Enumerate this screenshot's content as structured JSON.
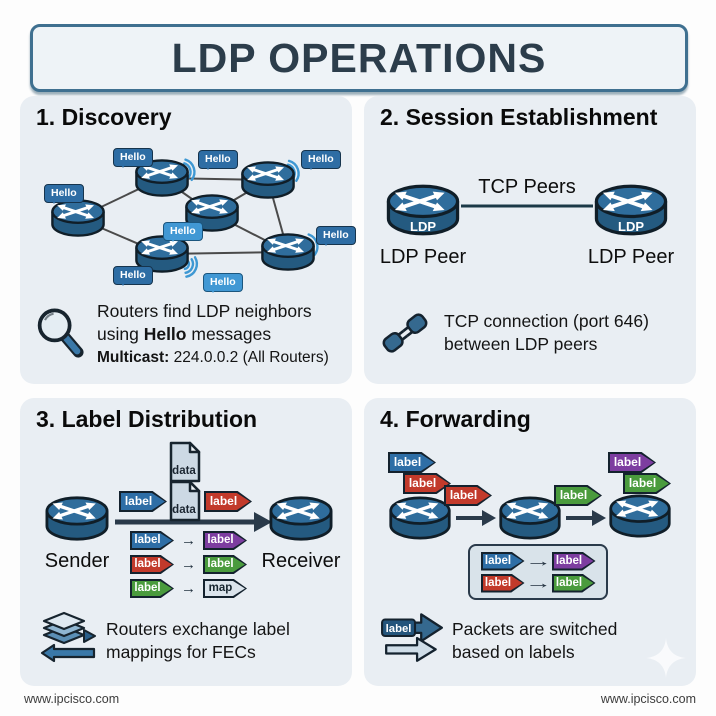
{
  "title": "LDP OPERATIONS",
  "footer": {
    "left": "www.ipcisco.com",
    "right": "www.ipcisco.com"
  },
  "glyphs": {
    "arrow_right": "→"
  },
  "discovery": {
    "heading": "1. Discovery",
    "hello": "Hello",
    "caption": {
      "line1": "Routers find LDP neighbors",
      "line2_pre": "using ",
      "line2_bold": "Hello",
      "line2_post": " messages",
      "line3_bold": "Multicast:",
      "line3_rest": " 224.0.0.2 (All Routers)"
    }
  },
  "session": {
    "heading": "2. Session Establishment",
    "link_label": "TCP Peers",
    "router_text": "LDP",
    "peer_left": "LDP Peer",
    "peer_right": "LDP Peer",
    "caption": {
      "line1": "TCP connection (port 646)",
      "line2": "between LDP peers"
    }
  },
  "distribution": {
    "heading": "3. Label Distribution",
    "sender": "Sender",
    "receiver": "Receiver",
    "file_text": "data",
    "tag_text": "label",
    "map_text": "map",
    "caption": {
      "line1": "Routers exchange label",
      "line2": "mappings for FECs"
    }
  },
  "forwarding": {
    "heading": "4. Forwarding",
    "tag_text": "label",
    "caption": {
      "line1": "Packets are switched",
      "line2": "based on labels"
    }
  },
  "colors": {
    "panel_bg": "#e9eef3",
    "title_border": "#3f7090",
    "router_top": "#2f6d9c",
    "router_body": "#245a80",
    "hello_bubble": "#2e6da4",
    "hello_bubble_light": "#4198d4",
    "tag_blue": "#2e6ea6",
    "tag_red": "#c23a2b",
    "tag_purple": "#7d3da0",
    "tag_green": "#4a9b3d",
    "tag_map_bg": "#dbe4ec"
  }
}
